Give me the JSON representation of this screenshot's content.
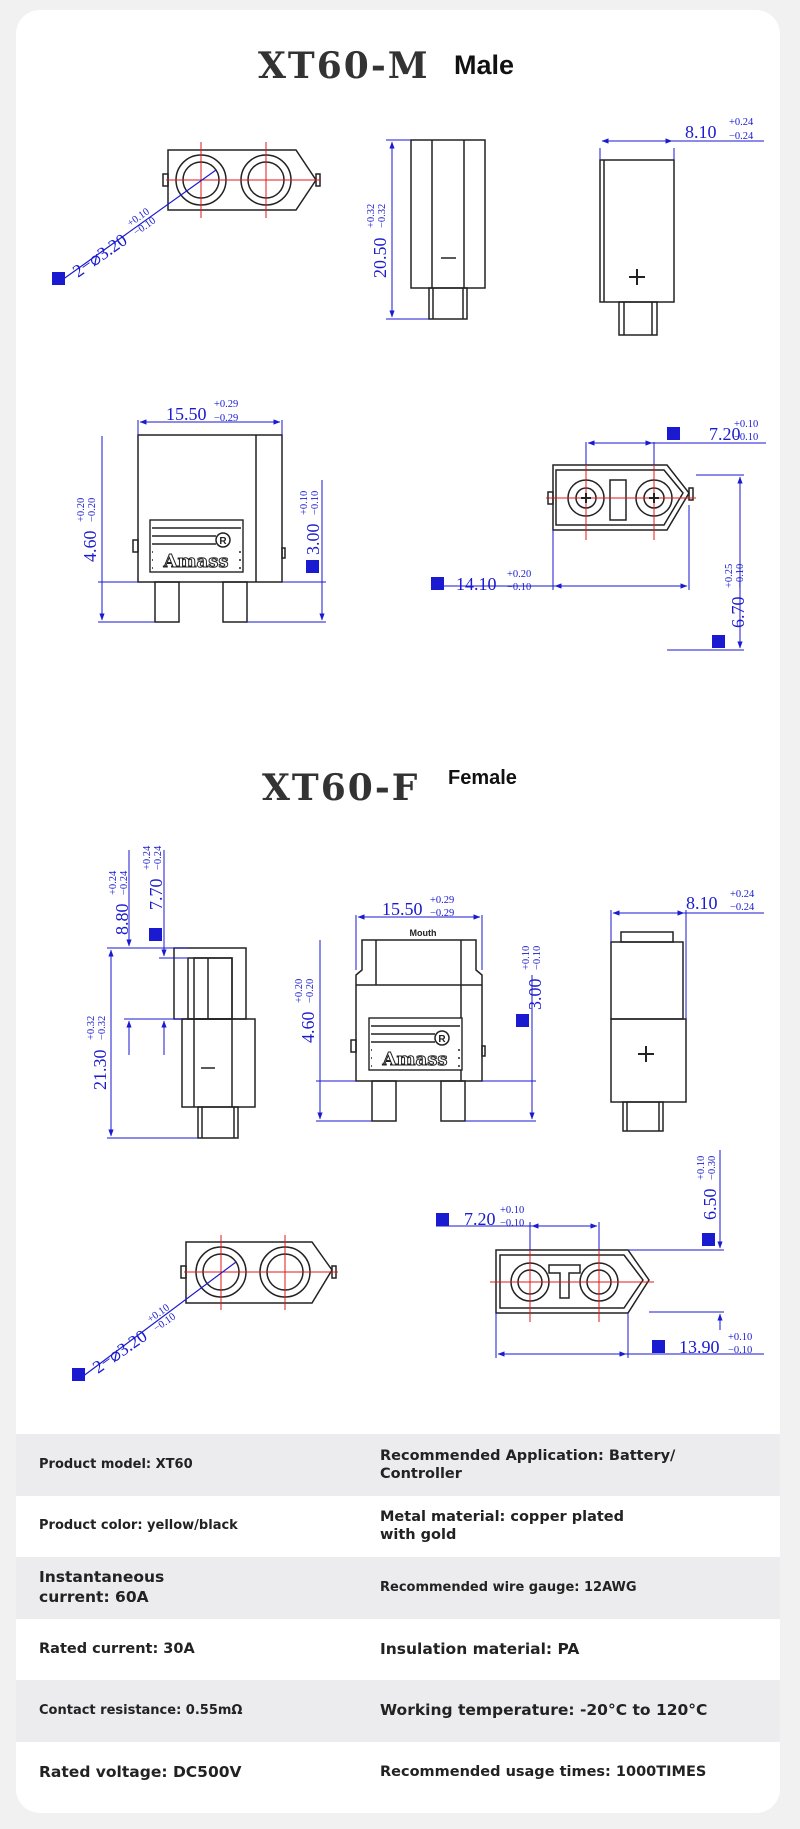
{
  "male": {
    "model": "XT60-M",
    "label": "Male",
    "dims": {
      "pin_dia": {
        "main": "2−⌀3.20",
        "tol_up": "+0.10",
        "tol_dn": "−0.10"
      },
      "height": {
        "main": "20.50",
        "tol_up": "+0.32",
        "tol_dn": "−0.32"
      },
      "side_width": {
        "main": "8.10",
        "tol_up": "+0.24",
        "tol_dn": "−0.24"
      },
      "front_width": {
        "main": "15.50",
        "tol_up": "+0.29",
        "tol_dn": "−0.29"
      },
      "body_height": {
        "main": "4.60",
        "tol_up": "+0.20",
        "tol_dn": "−0.20"
      },
      "pin_len": {
        "main": "3.00",
        "tol_up": "+0.10",
        "tol_dn": "−0.10"
      },
      "pitch": {
        "main": "7.20",
        "tol_up": "+0.10",
        "tol_dn": "−0.10"
      },
      "bottom_len": {
        "main": "14.10",
        "tol_up": "+0.20",
        "tol_dn": "−0.10"
      },
      "bottom_h": {
        "main": "6.70",
        "tol_up": "+0.25",
        "tol_dn": "−0.10"
      }
    }
  },
  "female": {
    "model": "XT60-F",
    "label": "Female",
    "mouth": "Mouth",
    "dims": {
      "top": {
        "main": "8.80",
        "tol_up": "+0.24",
        "tol_dn": "−0.24"
      },
      "mid": {
        "main": "7.70",
        "tol_up": "+0.24",
        "tol_dn": "−0.24"
      },
      "height": {
        "main": "21.30",
        "tol_up": "+0.32",
        "tol_dn": "−0.32"
      },
      "front_width": {
        "main": "15.50",
        "tol_up": "+0.29",
        "tol_dn": "−0.29"
      },
      "body_height": {
        "main": "4.60",
        "tol_up": "+0.20",
        "tol_dn": "−0.20"
      },
      "pin_len": {
        "main": "3.00",
        "tol_up": "+0.10",
        "tol_dn": "−0.10"
      },
      "side_width": {
        "main": "8.10",
        "tol_up": "+0.24",
        "tol_dn": "−0.24"
      },
      "pin_dia": {
        "main": "2−⌀3.20",
        "tol_up": "+0.10",
        "tol_dn": "−0.10"
      },
      "pitch": {
        "main": "7.20",
        "tol_up": "+0.10",
        "tol_dn": "−0.10"
      },
      "depth": {
        "main": "6.50",
        "tol_up": "+0.10",
        "tol_dn": "−0.30"
      },
      "bottom_len": {
        "main": "13.90",
        "tol_up": "+0.10",
        "tol_dn": "−0.10"
      }
    }
  },
  "brand": "Amass",
  "specs": [
    {
      "left": "Product model: XT60",
      "right": "Recommended Application: Battery/\nController"
    },
    {
      "left": "Product color: yellow/black",
      "right": "Metal material: copper plated\nwith gold"
    },
    {
      "left": "Instantaneous\ncurrent: 60A",
      "right": "Recommended wire gauge: 12AWG"
    },
    {
      "left": "Rated current: 30A",
      "right": "Insulation material: PA"
    },
    {
      "left": "Contact resistance: 0.55mΩ",
      "right": "Working temperature: -20°C to 120°C"
    },
    {
      "left": "Rated voltage: DC500V",
      "right": "Recommended usage times: 1000TIMES"
    }
  ],
  "colors": {
    "line": "#222222",
    "dimension": "#1a1ad0",
    "center": "#e01818",
    "row_alt": "#ececee"
  }
}
